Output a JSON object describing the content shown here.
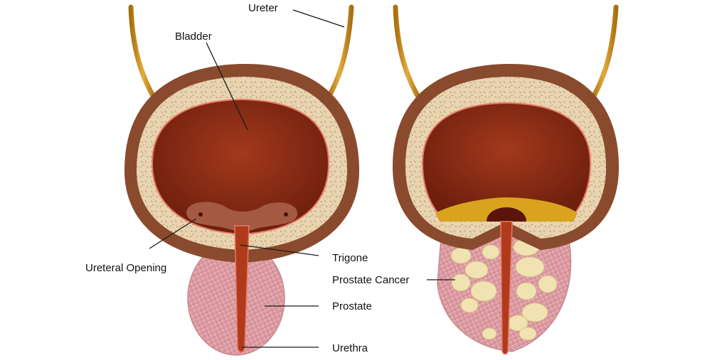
{
  "labels": {
    "ureter": "Ureter",
    "bladder": "Bladder",
    "ureteral_opening": "Ureteral Opening",
    "trigone": "Trigone",
    "prostate_cancer": "Prostate Cancer",
    "prostate": "Prostate",
    "urethra": "Urethra"
  },
  "colors": {
    "ureter": "#c8901f",
    "bladder_outer": "#8a4a2e",
    "bladder_wall": "#e6d2ae",
    "bladder_lumen": "#8e2d14",
    "trigone": "#a0503a",
    "prostate": "#e7a9b0",
    "urethra": "#b03a1c",
    "tumor": "#f1e2b2",
    "sediment": "#d9a31e"
  }
}
